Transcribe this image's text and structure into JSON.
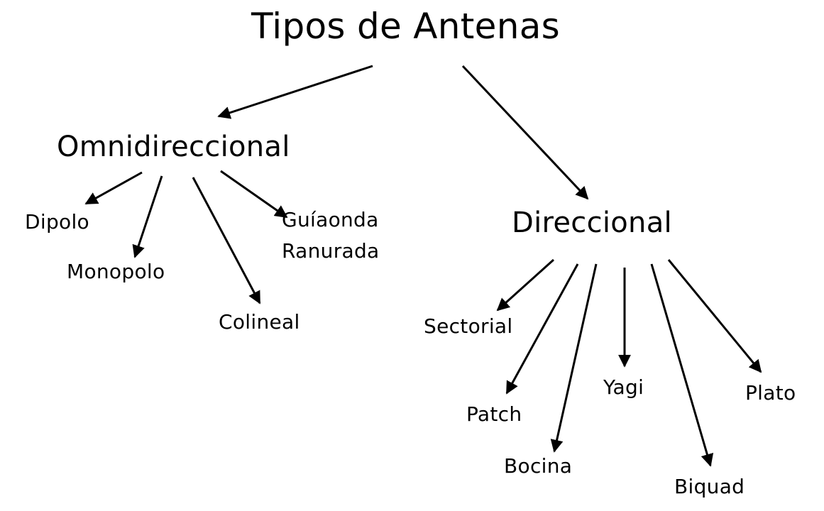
{
  "title": "Tipos de Antenas",
  "omni": {
    "label": "Omnidireccional",
    "leaves": {
      "dipolo": "Dipolo",
      "monopolo": "Monopolo",
      "colineal": "Colineal",
      "guiaonda_line1": "Guíaonda",
      "guiaonda_line2": "Ranurada"
    }
  },
  "direccional": {
    "label": "Direccional",
    "leaves": {
      "sectorial": "Sectorial",
      "patch": "Patch",
      "bocina": "Bocina",
      "yagi": "Yagi",
      "biquad": "Biquad",
      "plato": "Plato"
    }
  },
  "colors": {
    "ink": "#000000",
    "background": "#ffffff"
  }
}
